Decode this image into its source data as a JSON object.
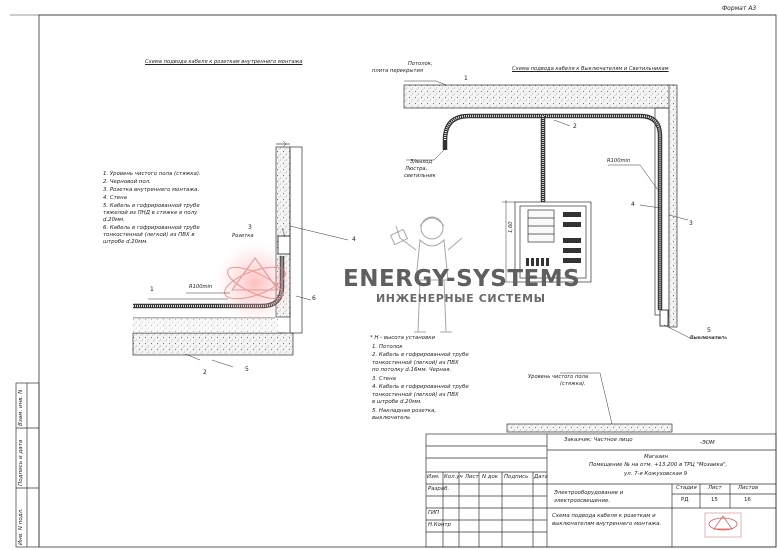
{
  "sheet": {
    "format_label": "Формат А3"
  },
  "left_drawing": {
    "title": "Схема подвода кабеля к розеткам внутреннего монтажа",
    "legend": [
      "1.   Уровень чистого пола (стяжка).",
      "2.   Черновой пол.",
      "3.   Розетка внутреннего монтажа.",
      "4.   Стена",
      "5. Кабель в гофрированной трубе",
      "тяжелой из ПНД в стяжке в полу",
      "d.20мм.",
      "6. Кабель в гофрированной трубе",
      "тонкостенной (легкой) из ПВХ в",
      "штробе d.20мм."
    ],
    "socket_label": "Розетка",
    "radius_label": "R100min",
    "callouts": [
      "1",
      "2",
      "3",
      "4",
      "5",
      "6"
    ]
  },
  "right_drawing": {
    "title": "Схема подвода кабеля к Выключателям и Светильникам",
    "ceiling_label_1": "Потолок,",
    "ceiling_label_2": "плита перекрытия",
    "junction_label_1": "З/выход",
    "junction_label_2": "Люстра,",
    "junction_label_3": "светильник",
    "radius_label": "R100min",
    "height_label": "1,60",
    "switch_label": "Выключатель",
    "floor_label_1": "Уровень чистого пола",
    "floor_label_2": "(стяжка).",
    "callouts": [
      "1",
      "2",
      "3",
      "4",
      "5"
    ],
    "legend": [
      "* Н - высота установки",
      "1.   Потолок",
      "2.   Кабель в гофрированной трубе",
      "      тонкостенной (легкой) из ПВХ",
      "      по потолку d.16мм. Черная.",
      "3.   Стена",
      "4.   Кабель в гофрированной трубе",
      "      тонкостенной (легкой) из ПВХ",
      "      в штробе d.20мм.",
      "5.   Накладная              розетка,",
      "      выключатель"
    ]
  },
  "watermark": {
    "line1": "ENERGY-SYSTEMS",
    "line2": "ИНЖЕНЕРНЫЕ СИСТЕМЫ"
  },
  "side_stamp": {
    "col1": "Инв. N подл.",
    "col2": "Подпись и дата",
    "col3": "Взам. инв. N"
  },
  "title_block": {
    "customer": "Заказчик: Частное лицо",
    "code": "-ЭОМ",
    "object_1": "Магазин",
    "object_2": "Помещение № на отм. +13.200 в ТРЦ \"Мозаика\",",
    "object_3": "ул. 7-я Кожуховская 9",
    "headers": [
      "Изм.",
      "Кол.уч",
      "Лист",
      "N док",
      "Подпись",
      "Дата"
    ],
    "rows": [
      "Разраб.",
      "",
      "ГИП",
      "",
      "Н.Контр"
    ],
    "section": "Электрооборудование и электроосвещение.",
    "stage_header": "Стадия",
    "sheet_header": "Лист",
    "sheets_header": "Листов",
    "stage_value": "РД",
    "sheet_value": "15",
    "sheets_value": "16",
    "drawing_name": "Схема подвода кабеля к розеткам и выключателям внутреннего монтажа."
  }
}
